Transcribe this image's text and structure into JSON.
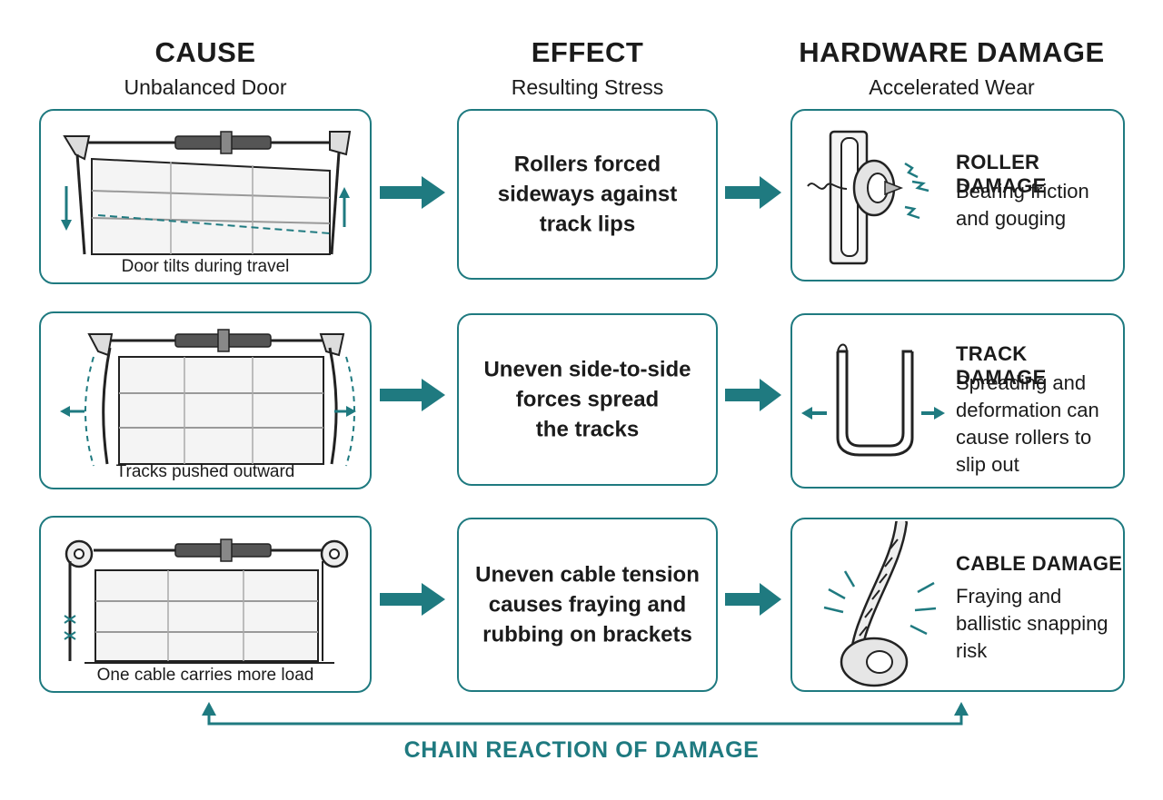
{
  "columns": [
    {
      "title": "CAUSE",
      "subtitle": "Unbalanced Door"
    },
    {
      "title": "EFFECT",
      "subtitle": "Resulting Stress"
    },
    {
      "title": "HARDWARE DAMAGE",
      "subtitle": "Accelerated Wear"
    }
  ],
  "rows": [
    {
      "cause_caption": "Door tilts during travel",
      "cause_icon": "tilted-door-illustration",
      "effect_lines": [
        "Rollers forced",
        "sideways against",
        "track lips"
      ],
      "damage_title": "ROLLER DAMAGE",
      "damage_lines": [
        "Bearing friction",
        "and gouging"
      ],
      "damage_icon": "roller-in-track-icon"
    },
    {
      "cause_caption": "Tracks pushed outward",
      "cause_icon": "spreading-tracks-illustration",
      "effect_lines": [
        "Uneven side-to-side",
        "forces spread",
        "the tracks"
      ],
      "damage_title": "TRACK DAMAGE",
      "damage_lines": [
        "Spreading and",
        "deformation can",
        "cause rollers to",
        "slip out"
      ],
      "damage_icon": "u-track-icon"
    },
    {
      "cause_caption": "One cable carries more load",
      "cause_icon": "uneven-cable-illustration",
      "effect_lines": [
        "Uneven cable tension",
        "causes fraying and",
        "rubbing on brackets"
      ],
      "damage_title": "CABLE DAMAGE",
      "damage_lines": [
        "Fraying and",
        "ballistic snapping",
        "risk"
      ],
      "damage_icon": "frayed-cable-icon"
    }
  ],
  "footer": {
    "label": "CHAIN REACTION OF DAMAGE"
  },
  "colors": {
    "accent": "#1f7a80",
    "text": "#1b1b1b",
    "line": "#333333"
  }
}
